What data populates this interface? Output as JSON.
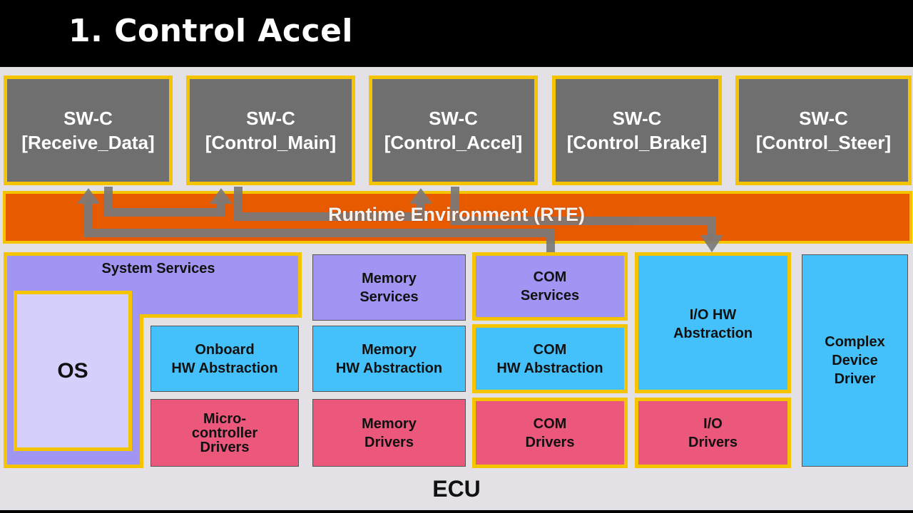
{
  "slide": {
    "title": "1. Control Accel"
  },
  "swc": [
    {
      "line1": "SW-C",
      "line2": "[Receive_Data]"
    },
    {
      "line1": "SW-C",
      "line2": "[Control_Main]"
    },
    {
      "line1": "SW-C",
      "line2": "[Control_Accel]"
    },
    {
      "line1": "SW-C",
      "line2": "[Control_Brake]"
    },
    {
      "line1": "SW-C",
      "line2": "[Control_Steer]"
    }
  ],
  "rte": {
    "label": "Runtime Environment (RTE)"
  },
  "bsw": {
    "system_services": "System Services",
    "os": "OS",
    "memory_services": [
      "Memory",
      "Services"
    ],
    "com_services": [
      "COM",
      "Services"
    ],
    "io_hw_abstraction": [
      "I/O HW",
      "Abstraction"
    ],
    "complex_device_driver": [
      "Complex",
      "Device",
      "Driver"
    ],
    "onboard_hw_abstraction": [
      "Onboard",
      "HW Abstraction"
    ],
    "memory_hw_abstraction": [
      "Memory",
      "HW Abstraction"
    ],
    "com_hw_abstraction": [
      "COM",
      "HW Abstraction"
    ],
    "microcontroller_drivers": [
      "Micro-",
      "controller",
      "Drivers"
    ],
    "memory_drivers": [
      "Memory",
      "Drivers"
    ],
    "com_drivers": [
      "COM",
      "Drivers"
    ],
    "io_drivers": [
      "I/O",
      "Drivers"
    ]
  },
  "ecu": {
    "label": "ECU"
  },
  "colors": {
    "swc": "#6f6f6f",
    "highlight_border": "#f5c400",
    "rte": "#e85a00",
    "services": "#a195f3",
    "abstraction": "#44c1fa",
    "drivers": "#ec587c",
    "arrow": "#7a7a7a"
  }
}
